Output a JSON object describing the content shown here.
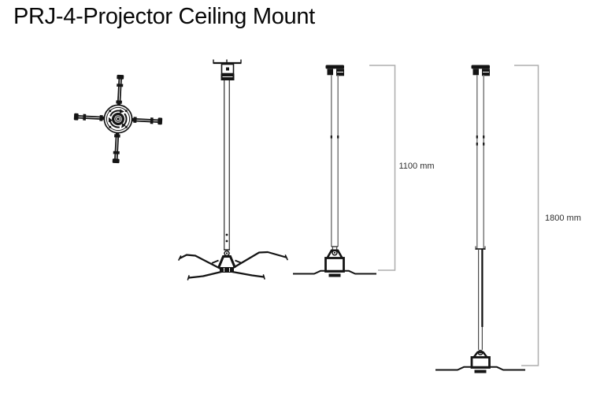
{
  "page": {
    "title": "PRJ-4-Projector Ceiling Mount"
  },
  "colors": {
    "background": "#ffffff",
    "ink": "#141414",
    "pole_gray": "#707070",
    "dimension_line": "#aeaeae",
    "label_text": "#2e2e2e"
  },
  "figures": {
    "top_view": {
      "icon": "mount-head-top-view-drawing"
    },
    "front_view": {
      "icon": "mount-front-view-splayed-legs-drawing"
    },
    "pole_1100": {
      "icon": "mount-side-view-drawing",
      "dimension_label": "1100 mm"
    },
    "pole_1800": {
      "icon": "mount-side-view-telescoping-drawing",
      "dimension_label": "1800 mm"
    }
  }
}
